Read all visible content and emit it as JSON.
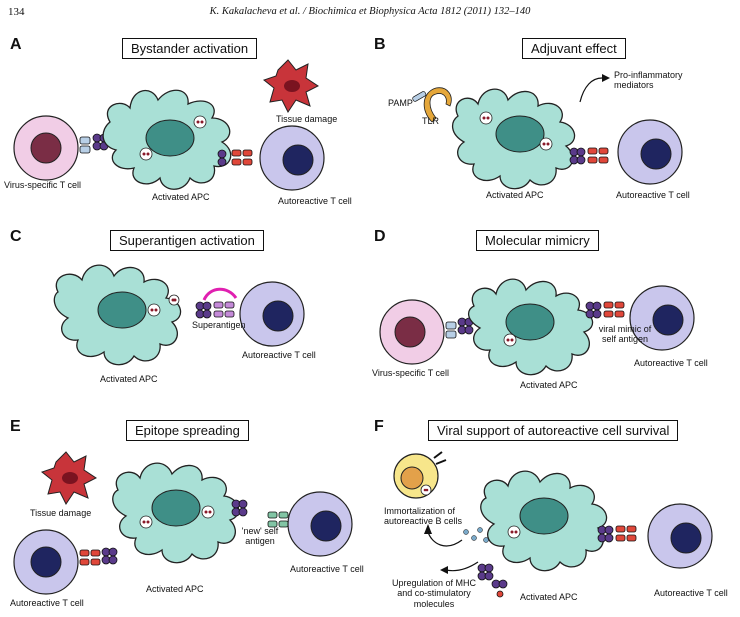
{
  "header": {
    "page_number": "134",
    "journal": "K. Kakalacheva et al. / Biochimica et Biophysica Acta 1812 (2011) 132–140"
  },
  "panels": {
    "a": {
      "letter": "A",
      "title": "Bystander activation",
      "labels": {
        "virus_tcell": "Virus-specific T cell",
        "apc": "Activated APC",
        "tissue": "Tissue damage",
        "autoreactive": "Autoreactive T cell"
      }
    },
    "b": {
      "letter": "B",
      "title": "Adjuvant effect",
      "labels": {
        "pamp": "PAMP",
        "tlr": "TLR",
        "mediators": "Pro-inflammatory mediators",
        "apc": "Activated APC",
        "autoreactive": "Autoreactive T cell"
      }
    },
    "c": {
      "letter": "C",
      "title": "Superantigen activation",
      "labels": {
        "superantigen": "Superantigen",
        "apc": "Activated APC",
        "autoreactive": "Autoreactive T cell"
      }
    },
    "d": {
      "letter": "D",
      "title": "Molecular mimicry",
      "labels": {
        "virus_tcell": "Virus-specific T cell",
        "mimic": "viral mimic of self antigen",
        "apc": "Activated APC",
        "autoreactive": "Autoreactive T cell"
      }
    },
    "e": {
      "letter": "E",
      "title": "Epitope spreading",
      "labels": {
        "tissue": "Tissue damage",
        "new_self": "'new' self antigen",
        "autoreactive_left": "Autoreactive T cell",
        "apc": "Activated APC",
        "autoreactive_right": "Autoreactive T cell"
      }
    },
    "f": {
      "letter": "F",
      "title": "Viral support of autoreactive cell survival",
      "labels": {
        "immortalization": "Immortalization of autoreactive B cells",
        "upregulation": "Upregulation of MHC and co-stimulatory molecules",
        "apc": "Activated APC",
        "autoreactive": "Autoreactive T cell"
      }
    }
  }
}
